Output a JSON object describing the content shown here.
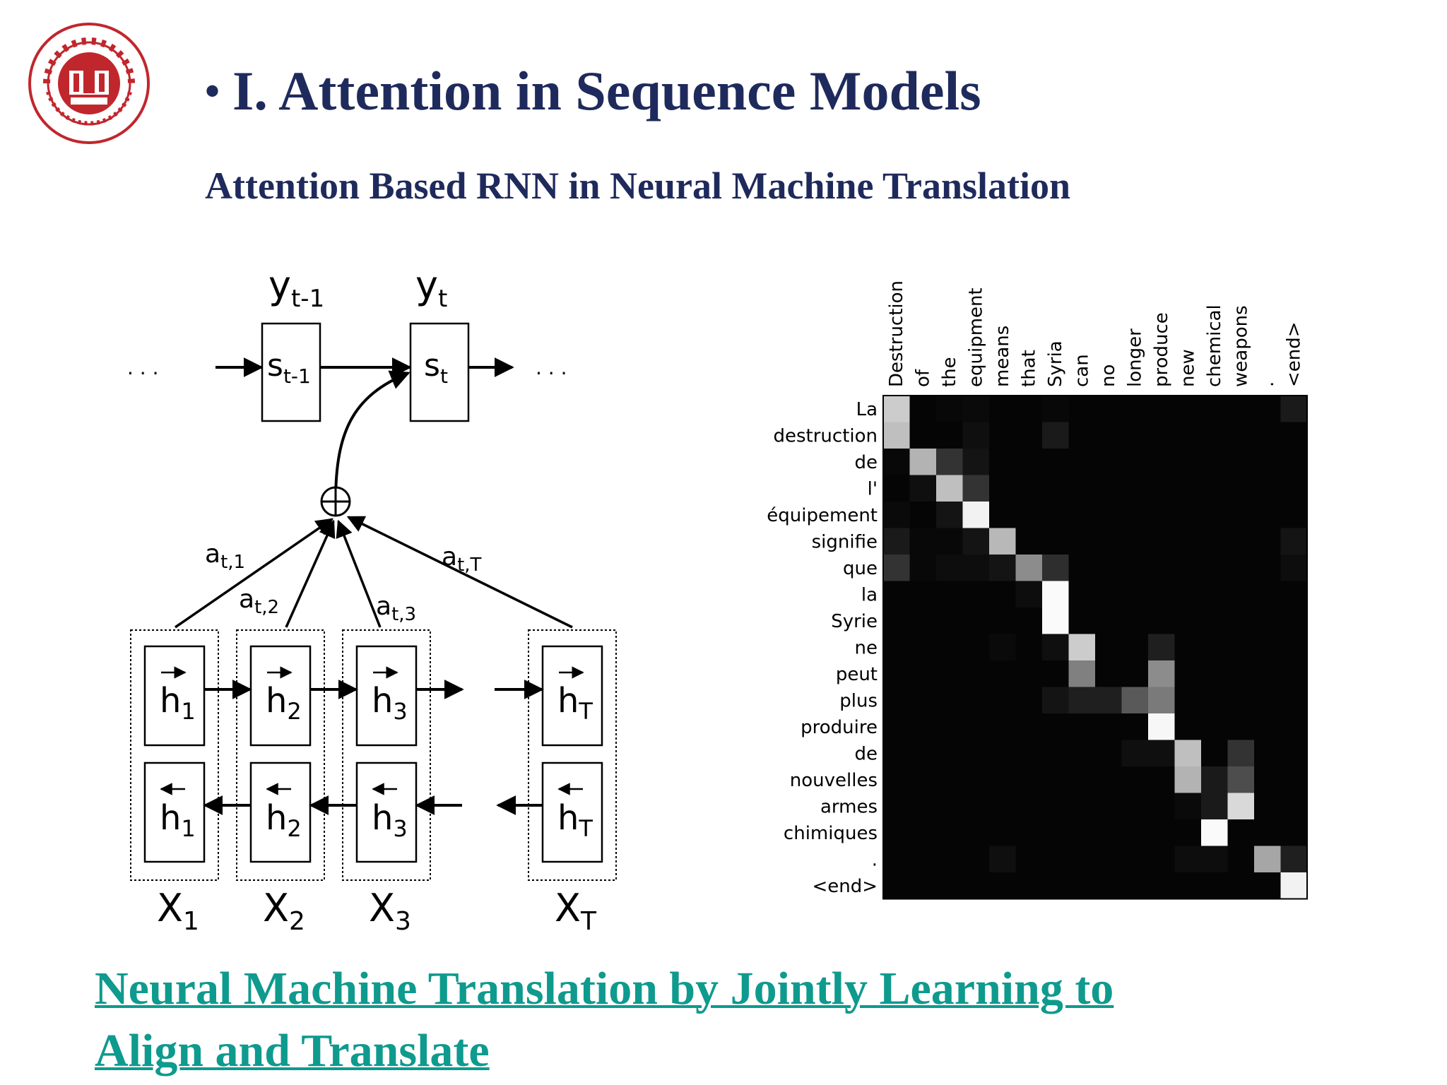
{
  "slide": {
    "title": "I. Attention in Sequence Models",
    "subtitle": "Attention Based RNN in Neural Machine Translation",
    "link_line1": "Neural Machine Translation by Jointly Learning to",
    "link_line2": "Align and Translate",
    "colors": {
      "title": "#1f2a5c",
      "link": "#0f9a8e",
      "logo": "#c0272d"
    }
  },
  "diagram": {
    "y_labels": [
      {
        "base": "y",
        "sub": "t-1"
      },
      {
        "base": "y",
        "sub": "t"
      }
    ],
    "s_labels": [
      {
        "base": "s",
        "sub": "t-1"
      },
      {
        "base": "s",
        "sub": "t"
      }
    ],
    "ellipsis": ". . .",
    "weights": [
      {
        "base": "a",
        "sub": "t,1"
      },
      {
        "base": "a",
        "sub": "t,2"
      },
      {
        "base": "a",
        "sub": "t,3"
      },
      {
        "base": "a",
        "sub": "t,T"
      }
    ],
    "h_forward": [
      {
        "base": "h",
        "sub": "1"
      },
      {
        "base": "h",
        "sub": "2"
      },
      {
        "base": "h",
        "sub": "3"
      },
      {
        "base": "h",
        "sub": "T"
      }
    ],
    "h_backward": [
      {
        "base": "h",
        "sub": "1"
      },
      {
        "base": "h",
        "sub": "2"
      },
      {
        "base": "h",
        "sub": "3"
      },
      {
        "base": "h",
        "sub": "T"
      }
    ],
    "x_labels": [
      {
        "base": "X",
        "sub": "1"
      },
      {
        "base": "X",
        "sub": "2"
      },
      {
        "base": "X",
        "sub": "3"
      },
      {
        "base": "X",
        "sub": "T"
      }
    ],
    "sum_symbol": "⊕"
  },
  "chart_data": {
    "type": "heatmap",
    "x_labels": [
      "Destruction",
      "of",
      "the",
      "equipment",
      "means",
      "that",
      "Syria",
      "can",
      "no",
      "longer",
      "produce",
      "new",
      "chemical",
      "weapons",
      ".",
      "<end>"
    ],
    "y_labels": [
      "La",
      "destruction",
      "de",
      "l'",
      "équipement",
      "signifie",
      "que",
      "la",
      "Syrie",
      "ne",
      "peut",
      "plus",
      "produire",
      "de",
      "nouvelles",
      "armes",
      "chimiques",
      ".",
      "<end>"
    ],
    "values": [
      [
        0.8,
        0.02,
        0.03,
        0.04,
        0.02,
        0.02,
        0.03,
        0.02,
        0.02,
        0.02,
        0.02,
        0.02,
        0.02,
        0.02,
        0.02,
        0.1
      ],
      [
        0.75,
        0.02,
        0.02,
        0.06,
        0.02,
        0.02,
        0.1,
        0.02,
        0.02,
        0.02,
        0.02,
        0.02,
        0.02,
        0.02,
        0.02,
        0.02
      ],
      [
        0.03,
        0.7,
        0.2,
        0.08,
        0.02,
        0.02,
        0.02,
        0.02,
        0.02,
        0.02,
        0.02,
        0.02,
        0.02,
        0.02,
        0.02,
        0.02
      ],
      [
        0.02,
        0.06,
        0.75,
        0.2,
        0.02,
        0.02,
        0.02,
        0.02,
        0.02,
        0.02,
        0.02,
        0.02,
        0.02,
        0.02,
        0.02,
        0.02
      ],
      [
        0.04,
        0.02,
        0.08,
        0.95,
        0.02,
        0.02,
        0.02,
        0.02,
        0.02,
        0.02,
        0.02,
        0.02,
        0.02,
        0.02,
        0.02,
        0.02
      ],
      [
        0.1,
        0.03,
        0.03,
        0.08,
        0.72,
        0.02,
        0.02,
        0.02,
        0.02,
        0.02,
        0.02,
        0.02,
        0.02,
        0.02,
        0.02,
        0.08
      ],
      [
        0.2,
        0.03,
        0.05,
        0.05,
        0.08,
        0.55,
        0.18,
        0.02,
        0.02,
        0.02,
        0.02,
        0.02,
        0.02,
        0.02,
        0.02,
        0.05
      ],
      [
        0.02,
        0.02,
        0.02,
        0.02,
        0.02,
        0.05,
        0.98,
        0.02,
        0.02,
        0.02,
        0.02,
        0.02,
        0.02,
        0.02,
        0.02,
        0.02
      ],
      [
        0.02,
        0.02,
        0.02,
        0.02,
        0.02,
        0.02,
        0.98,
        0.02,
        0.02,
        0.02,
        0.02,
        0.02,
        0.02,
        0.02,
        0.02,
        0.02
      ],
      [
        0.02,
        0.02,
        0.02,
        0.02,
        0.04,
        0.02,
        0.06,
        0.8,
        0.02,
        0.02,
        0.12,
        0.02,
        0.02,
        0.02,
        0.02,
        0.02
      ],
      [
        0.02,
        0.02,
        0.02,
        0.02,
        0.02,
        0.02,
        0.02,
        0.5,
        0.02,
        0.02,
        0.55,
        0.02,
        0.02,
        0.02,
        0.02,
        0.02
      ],
      [
        0.02,
        0.02,
        0.02,
        0.02,
        0.02,
        0.02,
        0.08,
        0.12,
        0.12,
        0.35,
        0.48,
        0.02,
        0.02,
        0.02,
        0.02,
        0.02
      ],
      [
        0.02,
        0.02,
        0.02,
        0.02,
        0.02,
        0.02,
        0.02,
        0.02,
        0.02,
        0.02,
        0.97,
        0.02,
        0.02,
        0.02,
        0.02,
        0.02
      ],
      [
        0.02,
        0.02,
        0.02,
        0.02,
        0.02,
        0.02,
        0.02,
        0.02,
        0.02,
        0.06,
        0.06,
        0.75,
        0.02,
        0.2,
        0.02,
        0.02
      ],
      [
        0.02,
        0.02,
        0.02,
        0.02,
        0.02,
        0.02,
        0.02,
        0.02,
        0.02,
        0.02,
        0.02,
        0.7,
        0.1,
        0.3,
        0.02,
        0.02
      ],
      [
        0.02,
        0.02,
        0.02,
        0.02,
        0.02,
        0.02,
        0.02,
        0.02,
        0.02,
        0.02,
        0.02,
        0.04,
        0.1,
        0.85,
        0.02,
        0.02
      ],
      [
        0.02,
        0.02,
        0.02,
        0.02,
        0.02,
        0.02,
        0.02,
        0.02,
        0.02,
        0.02,
        0.02,
        0.02,
        0.98,
        0.02,
        0.02,
        0.02
      ],
      [
        0.02,
        0.02,
        0.02,
        0.02,
        0.06,
        0.02,
        0.02,
        0.02,
        0.02,
        0.02,
        0.02,
        0.05,
        0.05,
        0.02,
        0.65,
        0.12
      ],
      [
        0.02,
        0.02,
        0.02,
        0.02,
        0.02,
        0.02,
        0.02,
        0.02,
        0.02,
        0.02,
        0.02,
        0.02,
        0.02,
        0.02,
        0.02,
        0.95
      ]
    ],
    "colormap": "grayscale (black = 0, white = 1)",
    "value_range": [
      0,
      1
    ]
  }
}
